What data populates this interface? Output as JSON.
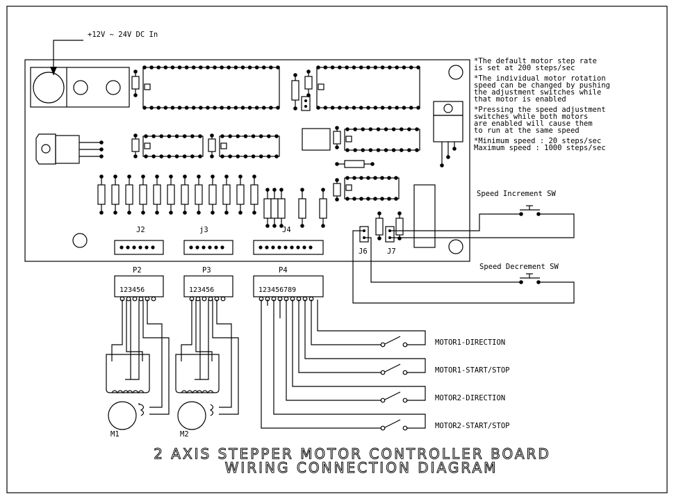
{
  "title": {
    "line1": "2 AXIS STEPPER MOTOR CONTROLLER BOARD",
    "line2": "WIRING CONNECTION DIAGRAM"
  },
  "power_label": "+12V ~ 24V DC In",
  "notes": [
    [
      "*The default motor step rate",
      " is set at 200 steps/sec"
    ],
    [
      "*The individual motor rotation",
      " speed can be changed by pushing",
      " the adjustment switches while",
      " that motor is enabled"
    ],
    [
      "*Pressing the speed adjustment",
      " switches while both motors",
      " are enabled will cause them",
      " to run at the same speed"
    ],
    [
      "*Minimum speed : 20 steps/sec",
      " Maximum speed : 1000 steps/sec"
    ]
  ],
  "headers": {
    "j2": "J2",
    "j3": "j3",
    "j4": "J4",
    "j6": "J6",
    "j7": "J7"
  },
  "plugs": {
    "p2": {
      "name": "P2",
      "pins": "123456"
    },
    "p3": {
      "name": "P3",
      "pins": "123456"
    },
    "p4": {
      "name": "P4",
      "pins": "123456789"
    }
  },
  "motors": {
    "m1": "M1",
    "m2": "M2"
  },
  "switches": {
    "speed_inc": "Speed Increment SW",
    "speed_dec": "Speed Decrement SW",
    "motor_switches": [
      "MOTOR1-DIRECTION",
      "MOTOR1-START/STOP",
      "MOTOR2-DIRECTION",
      "MOTOR2-START/STOP"
    ]
  }
}
